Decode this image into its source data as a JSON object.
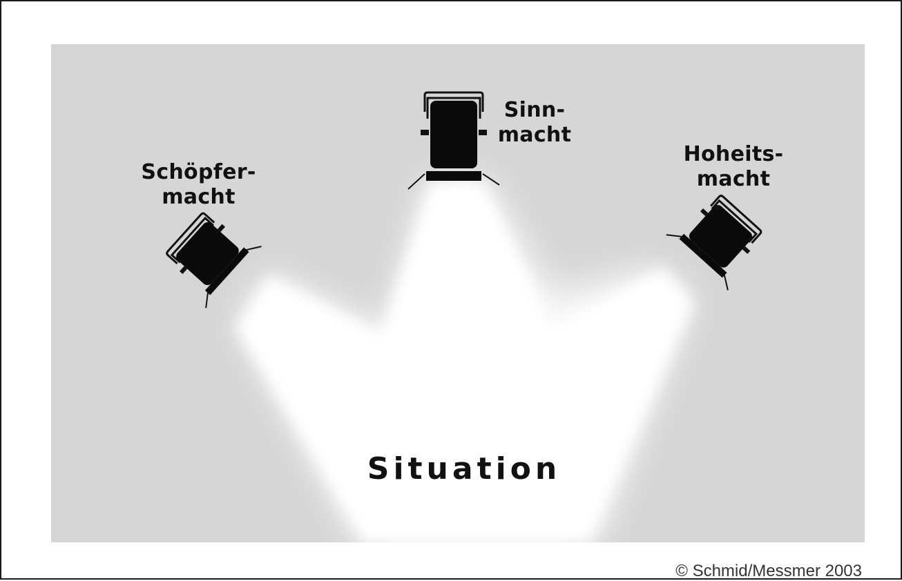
{
  "labels": {
    "left_line1": "Schöpfer-",
    "left_line2": "macht",
    "center_line1": "Sinn-",
    "center_line2": "macht",
    "right_line1": "Hoheits-",
    "right_line2": "macht",
    "center": "Situation"
  },
  "credit": "© Schmid/Messmer 2003",
  "colors": {
    "panel": "#d6d6d6",
    "light_beam": "#ffffff",
    "spotlight": "#0a0a0a",
    "border": "#1a1a1a"
  },
  "icons": [
    "spotlight-icon",
    "spotlight-icon",
    "spotlight-icon"
  ]
}
